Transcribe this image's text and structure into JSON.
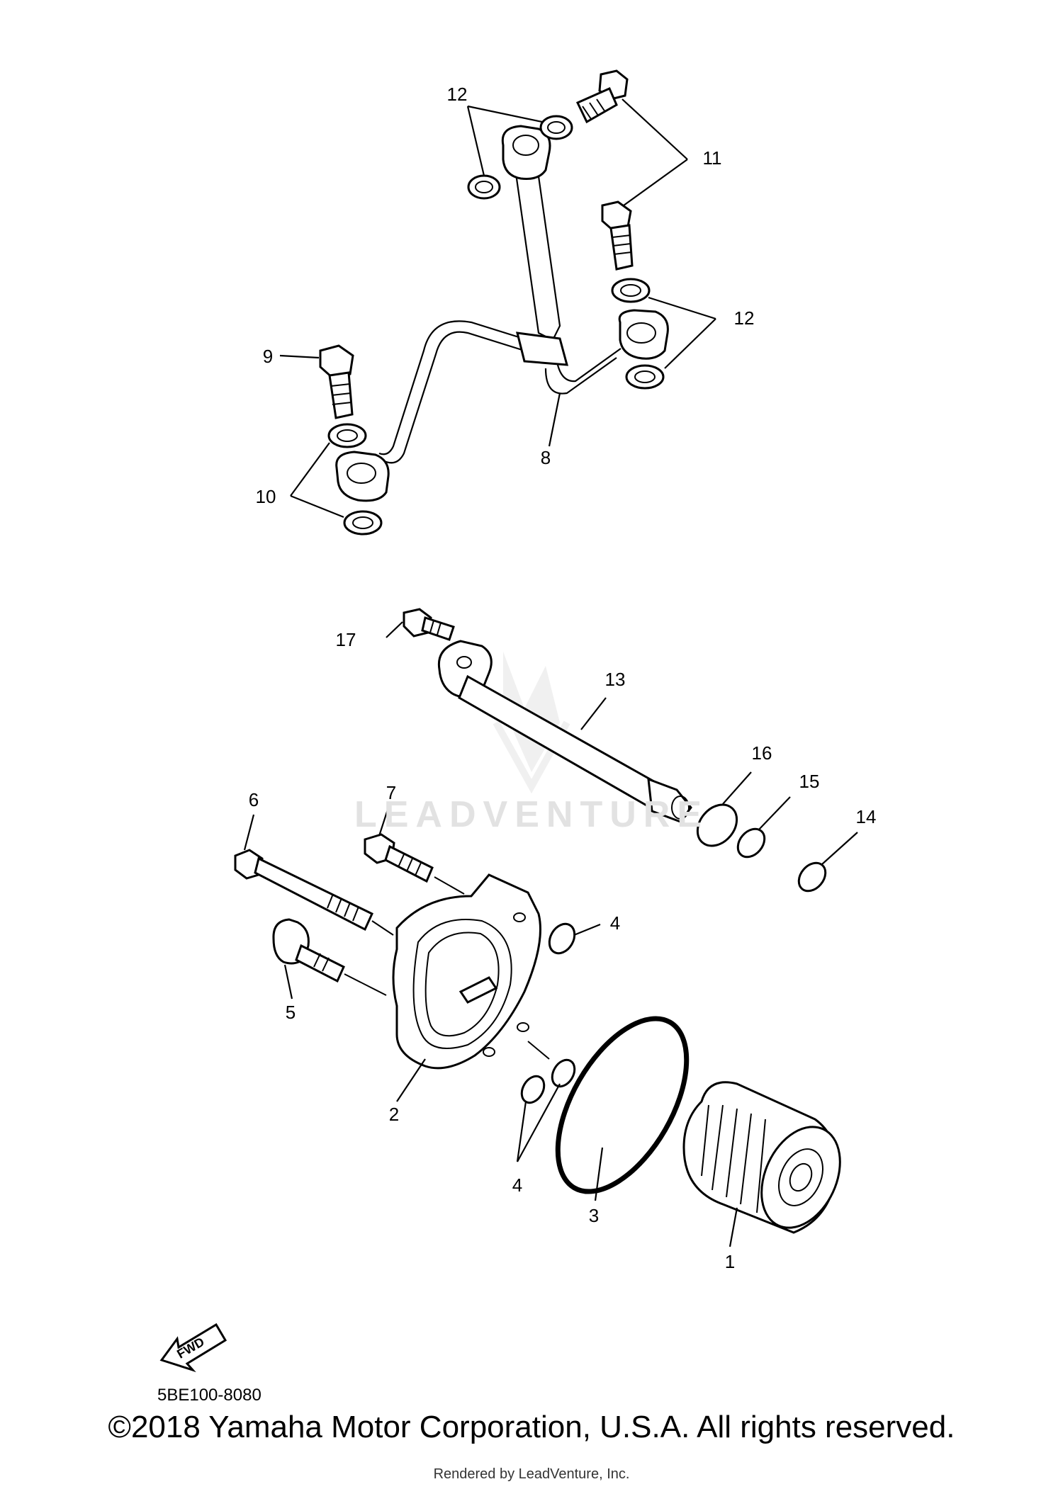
{
  "diagram": {
    "callouts": {
      "c1": "1",
      "c2": "2",
      "c3": "3",
      "c4a": "4",
      "c4b": "4",
      "c5": "5",
      "c6": "6",
      "c7": "7",
      "c8": "8",
      "c9": "9",
      "c10": "10",
      "c11": "11",
      "c12a": "12",
      "c12b": "12",
      "c13": "13",
      "c14": "14",
      "c15": "15",
      "c16": "16",
      "c17": "17"
    },
    "fwd_label": "FWD",
    "part_code": "5BE100-8080"
  },
  "watermark": {
    "text": "LEADVENTURE"
  },
  "footer": {
    "copyright": "©2018 Yamaha Motor Corporation, U.S.A. All rights reserved.",
    "rendered_by": "Rendered by LeadVenture, Inc."
  }
}
